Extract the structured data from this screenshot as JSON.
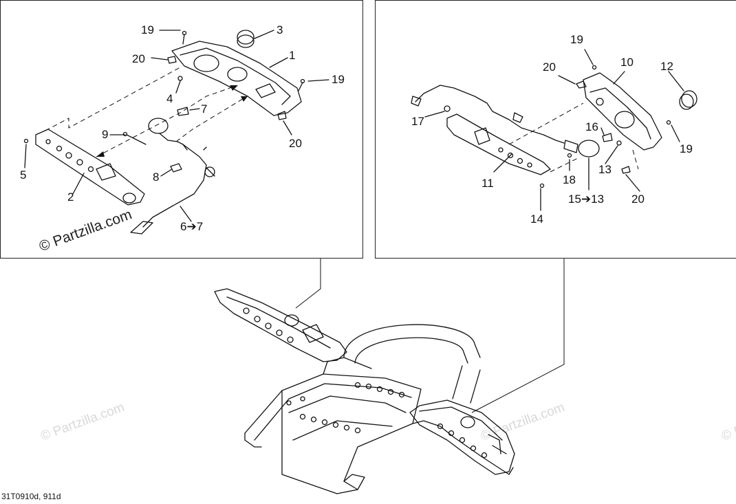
{
  "diagram": {
    "left_callouts": [
      "19",
      "3",
      "20",
      "1",
      "19",
      "4",
      "7",
      "20",
      "9",
      "5",
      "8",
      "2",
      "6➔7"
    ],
    "right_callouts": [
      "19",
      "20",
      "10",
      "12",
      "17",
      "16",
      "19",
      "13",
      "11",
      "18",
      "20",
      "14",
      "15➔13"
    ],
    "watermark": "© Partzilla.com",
    "drawing_code": "31T0910d, 911d"
  }
}
